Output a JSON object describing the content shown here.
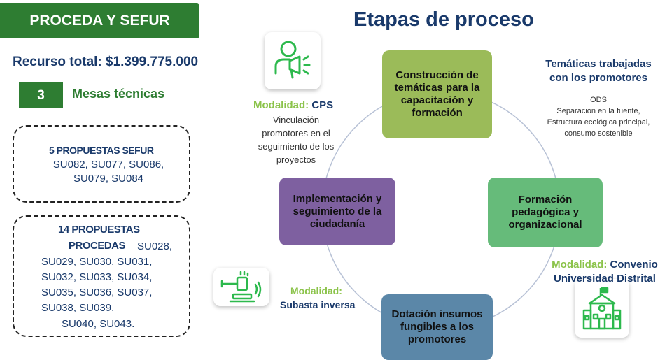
{
  "left_panel": {
    "banner": "PROCEDA Y SEFUR",
    "total_resource": "Recurso total: $1.399.775.000",
    "mesas_count": "3",
    "mesas_label": "Mesas técnicas",
    "sefur": {
      "title": "5 PROPUESTAS SEFUR",
      "codes_line1": "SU082, SU077, SU086,",
      "codes_line2": "SU079, SU084"
    },
    "proceda": {
      "title_line1": "14 PROPUESTAS",
      "title_line2": "PROCEDAS",
      "codes_first": "SU028,",
      "codes_lines": [
        "SU029, SU030,  SU031,",
        "SU032, SU033,  SU034,",
        "SU035, SU036,  SU037,",
        "SU038, SU039,",
        "SU040, SU043."
      ]
    }
  },
  "diagram": {
    "title": "Etapas de proceso",
    "stages": [
      {
        "label": "Construcción de temáticas para la capacitación y formación",
        "color": "#9bbb59"
      },
      {
        "label": "Formación pedagógica y organizacional",
        "color": "#66bb7a"
      },
      {
        "label": "Dotación insumos fungibles a los promotores",
        "color": "#5b87a8"
      },
      {
        "label": "Implementación y seguimiento de la ciudadanía",
        "color": "#7e60a0"
      }
    ],
    "modalidad_cps": {
      "label": "Modalidad:",
      "value": "CPS",
      "description": "Vinculación promotores en el seguimiento de los proyectos"
    },
    "tematicas": {
      "title": "Temáticas trabajadas con los promotores",
      "items": [
        "ODS",
        "Separación en la fuente,",
        "Estructura ecológica principal,",
        "consumo sostenible"
      ]
    },
    "modalidad_convenio": {
      "label": "Modalidad:",
      "value": "Convenio Universidad Distrital"
    },
    "modalidad_subasta": {
      "label": "Modalidad:",
      "value": "Subasta inversa"
    },
    "icons": [
      "megaphone-person-icon",
      "auction-gavel-icon",
      "university-building-icon"
    ],
    "accent_green": "#2e7d32",
    "icon_green": "#2db94d"
  }
}
